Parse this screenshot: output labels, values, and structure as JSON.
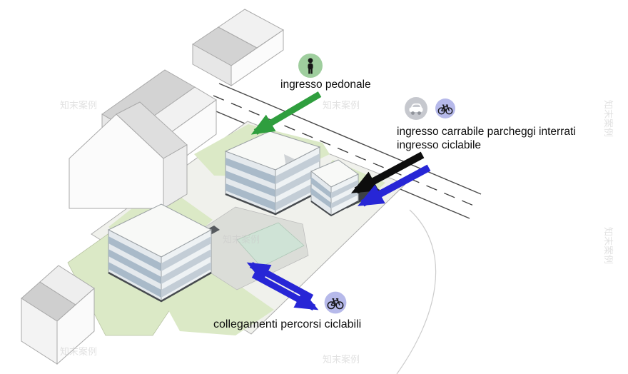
{
  "diagram_title": "site access axonometric diagram",
  "annotations": {
    "pedestrian": {
      "label": "ingresso pedonale",
      "icon": "pedestrian-icon"
    },
    "vehicle": {
      "label_line1": "ingresso carrabile parcheggi interrati",
      "label_line2": "ingresso ciclabile",
      "icons": [
        "car-icon",
        "bicycle-icon"
      ]
    },
    "bike_links": {
      "label": "collegamenti percorsi ciclabili",
      "icon": "bicycle-icon"
    }
  },
  "watermark": {
    "text": "知末案例"
  },
  "colors": {
    "green": "#2f9e3e",
    "blue": "#2726d6",
    "black": "#0d0d0d",
    "site_green": "#dbe9c6",
    "court_teal": "#cfe3d6",
    "window_band": "#a9bac9",
    "window_band_light": "#c3cdd6",
    "icon_green": "#9fce9e",
    "icon_gray": "#c6c8ce",
    "icon_lavender": "#b6b9ea"
  }
}
